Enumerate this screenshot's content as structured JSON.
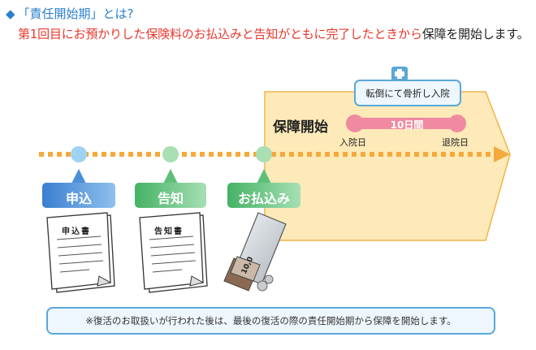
{
  "header": {
    "title": "「責任開始期」とは?",
    "subtitle_red": "第1回目にお預かりした保険料のお払込みと告知がともに完了したときから",
    "subtitle_black": "保障を開始します。"
  },
  "timeline": {
    "steps": [
      {
        "label": "申込",
        "color": "#4a90d9",
        "dot_color": "#9fd3f3"
      },
      {
        "label": "告知",
        "color": "#5fbf7a",
        "dot_color": "#a9dfb2"
      },
      {
        "label": "お払込み",
        "color": "#5fbf7a",
        "dot_color": "#a9dfb2"
      }
    ],
    "documents": [
      {
        "title": "申込書"
      },
      {
        "title": "告知書"
      }
    ],
    "envelope_money": "10,0"
  },
  "coverage": {
    "title": "保障開始",
    "hospital_event": "転倒にて骨折し入院",
    "duration": "10日間",
    "admission": "入院日",
    "discharge": "退院日"
  },
  "footer_note": "※復活のお取扱いが行われた後は、最後の復活の際の責任開始期から保障を開始します。",
  "colors": {
    "heading_blue": "#2a7fcf",
    "accent_red": "#e8382e",
    "coverage_fill": "#fdeab8",
    "coverage_stroke": "#f5b24a",
    "timeline_dot": "#f5b24a",
    "pink": "#f08aa0"
  }
}
